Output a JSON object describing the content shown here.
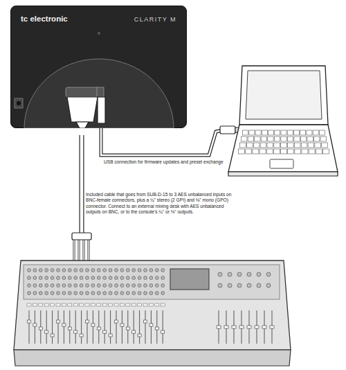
{
  "diagram": {
    "nodes": [
      {
        "text": [
          "tc electronic",
          "CLARITY M"
        ]
      }
    ],
    "labels": [
      "USB connection for firmware updates and preset exchange",
      "Included cable that goes from SUB-D-15 to 3 AES unbalanced inputs on BNC-female connectors, plus a ¼\" stereo (2 GPI) and ⅛\" mono (GPO) connector. Connect to an external mixing desk with AES unbalanced outputs on BNC, or to the console's ¼\" or ⅛\" outputs."
    ]
  }
}
